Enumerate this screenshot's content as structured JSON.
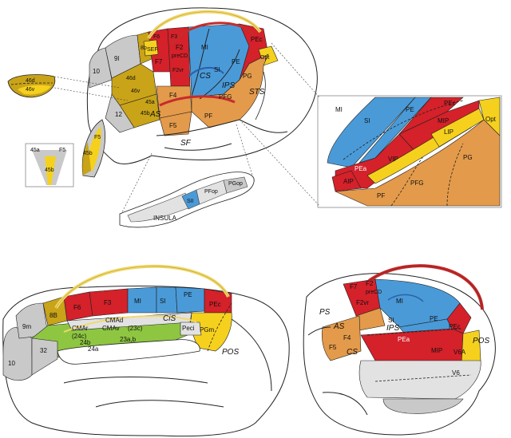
{
  "colors": {
    "motor_blue": "#4a9ad8",
    "parietal_red": "#d4212a",
    "frontal_red": "#d4212a",
    "premotor_orange": "#e39a4a",
    "prefrontal_olive": "#c9a318",
    "intraparietal_yellow": "#f5d11e",
    "cingulate_green": "#8ec641",
    "grey": "#c9c9c9",
    "light_grey": "#e2e2e2",
    "arc_yellow": "#f1d86a",
    "arc_red": "#c62c2c",
    "arc_blue": "#2a60a8"
  },
  "lateral": {
    "prefrontal": [
      "9l",
      "10",
      "8b",
      "46d",
      "46v",
      "45a",
      "45b",
      "12",
      "AS"
    ],
    "premotor": [
      "F6",
      "F3",
      "F7",
      "SEF",
      "F2",
      "preCD",
      "F2vr",
      "F4",
      "F5"
    ],
    "motor": [
      "MI",
      "SI",
      "CS"
    ],
    "parietal": [
      "PE",
      "PEc",
      "Opt",
      "PG",
      "PFG",
      "PF",
      "IPS",
      "STS"
    ],
    "sulci": [
      "SF"
    ]
  },
  "insets": {
    "left_upper": [
      "46d",
      "46v"
    ],
    "left_lower_a": [
      "45a",
      "45b",
      "F5"
    ],
    "left_lower_b": [
      "45b",
      "F5"
    ],
    "insula": {
      "title": "INSULA",
      "areas": [
        "SII",
        "PFop",
        "PGop"
      ]
    },
    "ips_box": [
      "MI",
      "SI",
      "PE",
      "PEc",
      "MIP",
      "LIP",
      "Opt",
      "VIP",
      "PEa",
      "AIP",
      "PG",
      "PFG",
      "PF"
    ]
  },
  "medial": {
    "areas": [
      "F6",
      "F3",
      "MI",
      "SI",
      "PE",
      "PEc",
      "8B",
      "9m",
      "CMAd",
      "CMAr",
      "(24c)",
      "CMAv",
      "(23c)",
      "CiS",
      "Peci",
      "PGm",
      "24b",
      "24a",
      "23a,b",
      "32",
      "10",
      "POS"
    ]
  },
  "posterior": {
    "areas": [
      "F7",
      "F2",
      "preCD",
      "F2vr",
      "PS",
      "AS",
      "F4",
      "F5",
      "CS",
      "MI",
      "SI",
      "IPS",
      "PE",
      "PEc",
      "PEa",
      "MIP",
      "V6A",
      "V6",
      "POS"
    ]
  }
}
